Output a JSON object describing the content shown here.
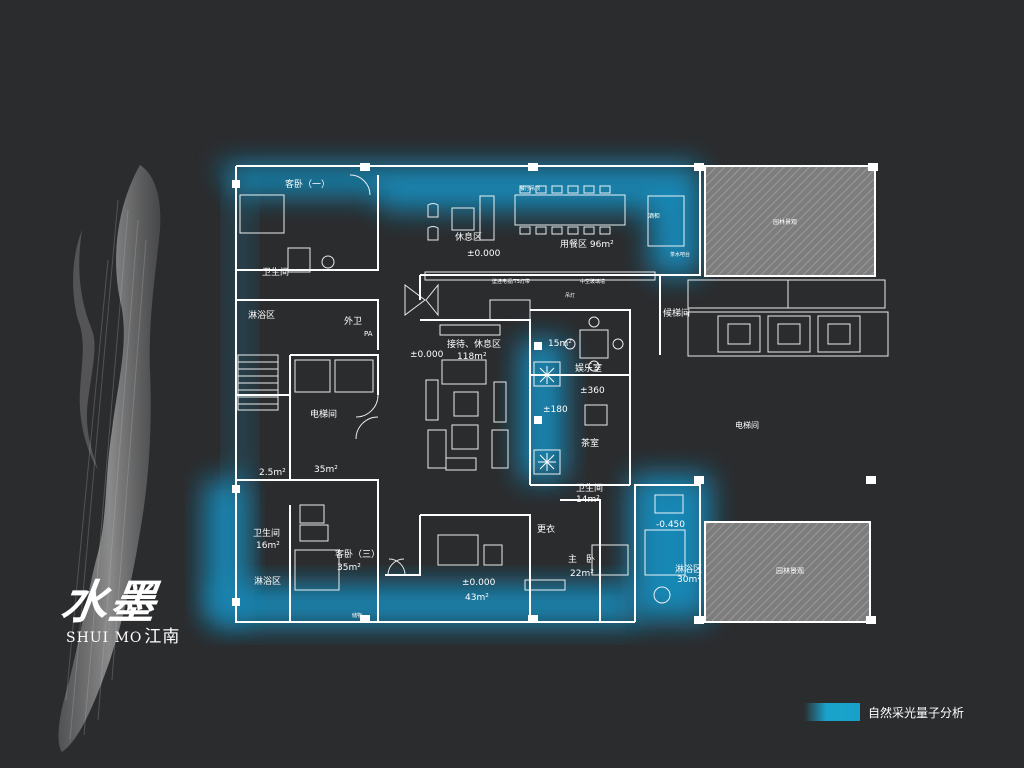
{
  "brand": {
    "logo_cn": "水墨",
    "logo_en": "SHUI  MO",
    "logo_region": "江南"
  },
  "legend": {
    "label": "自然采光量子分析",
    "color": "#1aa3cc"
  },
  "colors": {
    "background": "#2b2c2e",
    "lines": "#ffffff",
    "light": "#19a9dd",
    "hatch": "#8c8c8c"
  },
  "rooms": {
    "guest_bedroom_1": "客卧（一）",
    "leisure_area": "休息区",
    "dining_area": "用餐区 96m²",
    "dining_level": "±0.000",
    "bathroom_1": "卫生间",
    "shower_1": "淋浴区",
    "foyer_label": "外卫",
    "pa": "PA",
    "reception": "接待、休息区",
    "reception_area": "118m²",
    "reception_level": "±0.000",
    "area_15": "15m²",
    "entertainment": "娱乐室",
    "level_360": "±360",
    "level_180": "±180",
    "tea_room": "茶室",
    "elevator_hall": "电梯间",
    "elevator_hall_right": "电梯间",
    "service_room": "候梯间",
    "garden_top": "园林景观",
    "garden_bottom": "园林景观",
    "small_25": "2.5m²",
    "small_35": "35m²",
    "bathroom_2": "卫生间",
    "bathroom_2_area": "16m²",
    "guest_bedroom_3": "客卧（三）",
    "guest_bedroom_3_area": "35m²",
    "shower_2": "淋浴区",
    "lower_level": "±0.000",
    "lower_area": "43m²",
    "changing": "更衣",
    "bathroom_3": "卫生间",
    "bathroom_3_area": "14m²",
    "master": "主　卧",
    "master_area": "22m²",
    "shower_3": "淋浴区",
    "shower_3_area": "30m²",
    "level_450": "-0.450",
    "tv_label": "壁挂电视/T5灯带",
    "note_top": "餐厅吊顶",
    "note_2": "吊灯",
    "elevator_note": "中空玻璃墙",
    "wine": "酒柜",
    "side_note": "茶水吧台",
    "bed_3_note": "储物"
  }
}
